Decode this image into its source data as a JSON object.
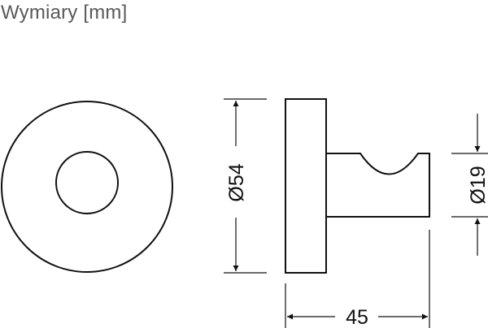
{
  "title": "Wymiary [mm]",
  "dimensions": {
    "diameter_base": "Ø54",
    "diameter_hook": "Ø19",
    "depth": "45"
  },
  "colors": {
    "line": "#111111",
    "title_text": "#58595b"
  }
}
